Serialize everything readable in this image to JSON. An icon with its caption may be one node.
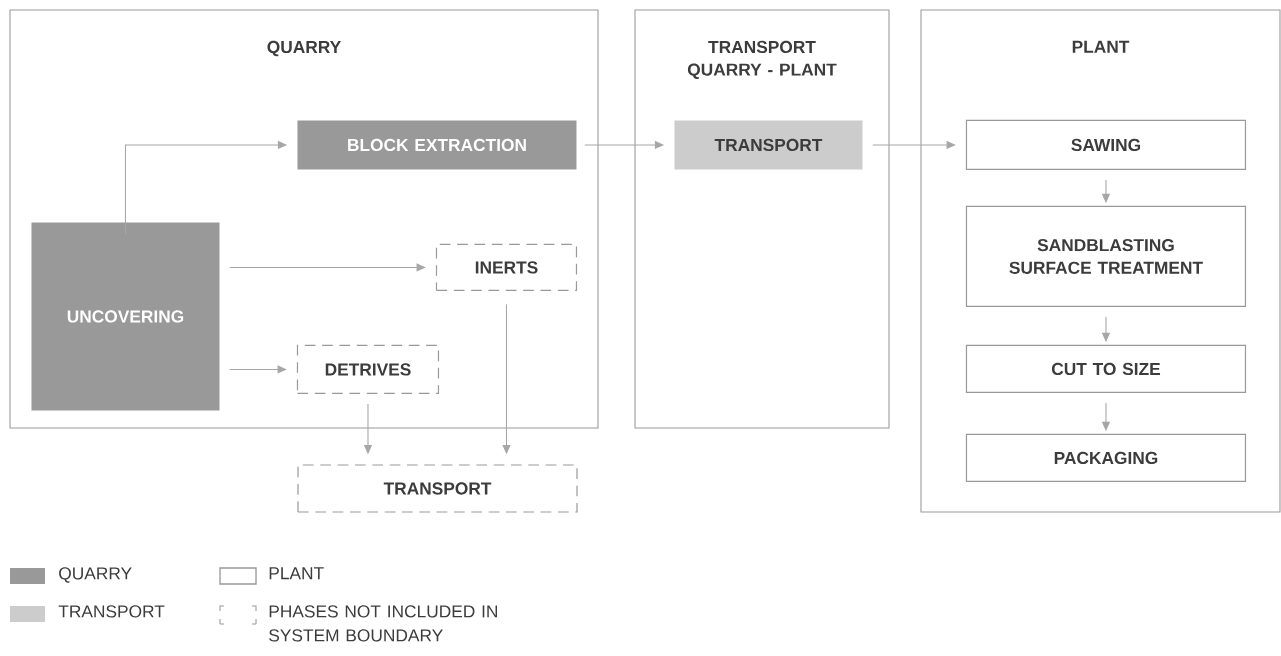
{
  "diagram": {
    "nodes": [
      {
        "text": [
          "QUARRY"
        ]
      },
      {
        "text": [
          "BLOCK EXTRACTION"
        ],
        "in": 0
      },
      {
        "text": [
          "UNCOVERING"
        ],
        "in": 0
      },
      {
        "text": [
          "INERTS"
        ],
        "in": 0
      },
      {
        "text": [
          "DETRIVES"
        ],
        "in": 0
      },
      {
        "text": [
          "TRANSPORT"
        ]
      },
      {
        "text": [
          "TRANSPORT QUARRY - PLANT"
        ]
      },
      {
        "text": [
          "TRANSPORT"
        ],
        "in": 6
      },
      {
        "text": [
          "PLANT"
        ]
      },
      {
        "text": [
          "SAWING"
        ],
        "in": 8
      },
      {
        "text": [
          "SANDBLASTING SURFACE TREATMENT"
        ],
        "in": 8
      },
      {
        "text": [
          "CUT TO SIZE"
        ],
        "in": 8
      },
      {
        "text": [
          "PACKAGING"
        ],
        "in": 8
      }
    ],
    "edges": [
      {
        "from": 2,
        "to": 1,
        "arrow": "to"
      },
      {
        "from": 2,
        "to": 3,
        "arrow": "to"
      },
      {
        "from": 2,
        "to": 4,
        "arrow": "to"
      },
      {
        "from": 4,
        "to": 5,
        "arrow": "to"
      },
      {
        "from": 3,
        "to": 5,
        "arrow": "to"
      },
      {
        "from": 1,
        "to": 7,
        "arrow": "to"
      },
      {
        "from": 7,
        "to": 9,
        "arrow": "to"
      },
      {
        "from": 9,
        "to": 10,
        "arrow": "to"
      },
      {
        "from": 10,
        "to": 11,
        "arrow": "to"
      },
      {
        "from": 11,
        "to": 12,
        "arrow": "to"
      }
    ],
    "legend": [
      {
        "text": "QUARRY",
        "color": "#999999"
      },
      {
        "text": "TRANSPORT",
        "color": "#cccccc"
      },
      {
        "text": "PLANT"
      },
      {
        "text": "PHASES NOT INCLUDED IN SYSTEM BOUNDARY"
      }
    ]
  }
}
